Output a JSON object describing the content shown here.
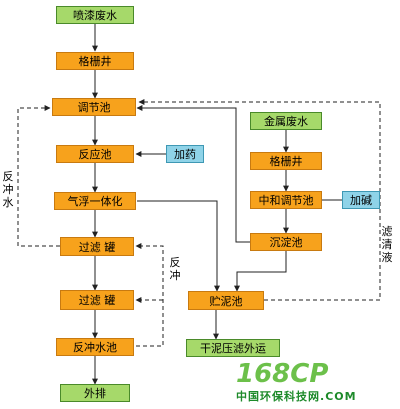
{
  "nodes": {
    "spray_wastewater": "喷漆废水",
    "grid_well_1": "格栅井",
    "regulating_tank": "调节池",
    "reaction_tank": "反应池",
    "air_flotation": "气浮一体化",
    "filter_tank_1": "过滤 罐",
    "filter_tank_2": "过滤 罐",
    "backwash_tank": "反冲水池",
    "discharge": "外排",
    "metal_wastewater": "金属废水",
    "grid_well_2": "格栅井",
    "neutral_regulating_tank": "中和调节池",
    "sedimentation_tank": "沉淀池",
    "sludge_tank": "贮泥池",
    "sludge_press": "干泥压滤外运",
    "add_chemical": "加药",
    "add_alkali": "加碱"
  },
  "labels": {
    "backwash_water": "反冲水",
    "backwash": "反冲",
    "filtrate": "滤清液"
  },
  "watermark": {
    "logo": "168CP",
    "site": "中国环保科技网",
    "domain": "COM"
  },
  "colors": {
    "process": "#f7a21c",
    "endpoint": "#a6d96a",
    "additive": "#8fd3e8",
    "line": "#222222"
  }
}
